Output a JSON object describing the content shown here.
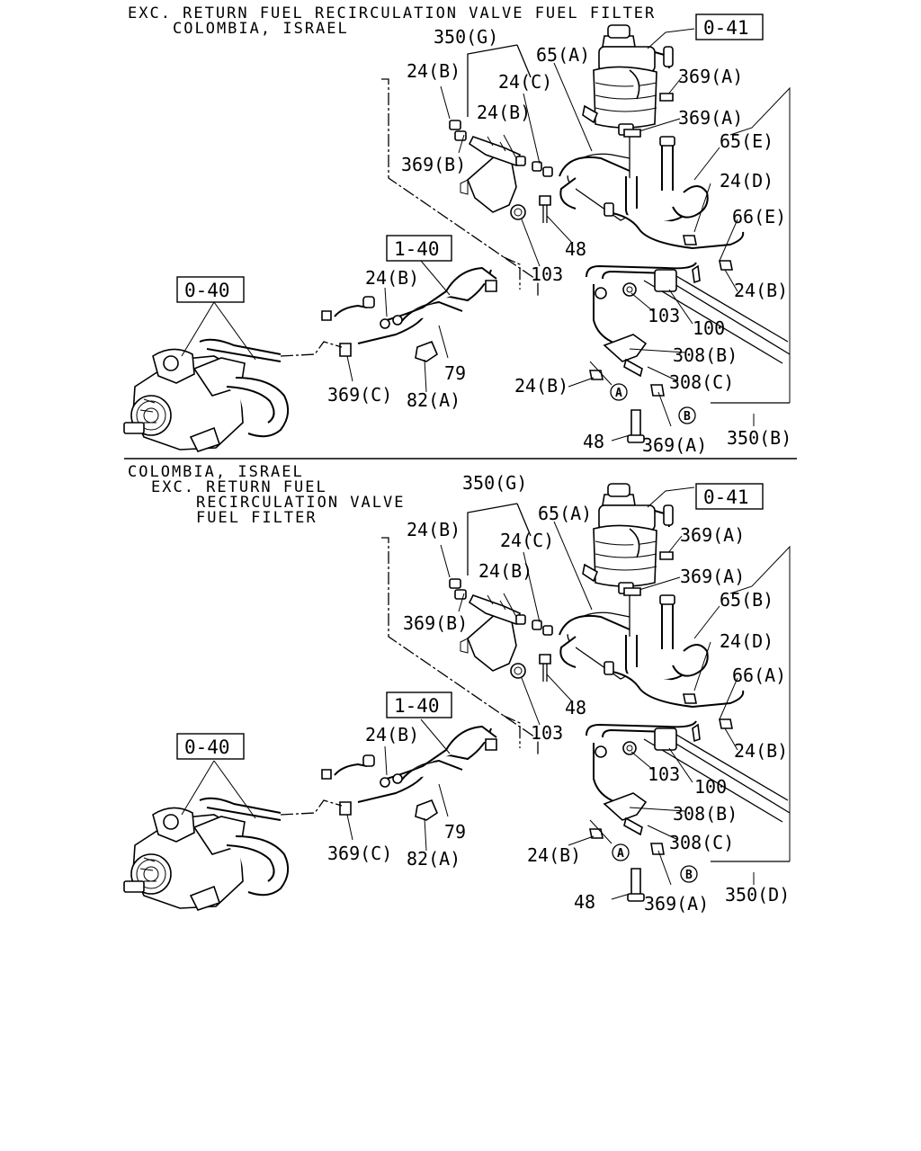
{
  "page": {
    "background": "#ffffff",
    "ink": "#000000"
  },
  "panels": [
    {
      "header": [
        "EXC. RETURN FUEL RECIRCULATION VALVE FUEL FILTER",
        "COLOMBIA, ISRAEL"
      ],
      "refs": [
        "0-41",
        "1-40",
        "0-40"
      ],
      "callouts": [
        "350(G)",
        "65(A)",
        "24(B)",
        "24(C)",
        "24(B)",
        "369(A)",
        "369(A)",
        "369(B)",
        "65(E)",
        "24(D)",
        "48",
        "66(E)",
        "103",
        "24(B)",
        "24(B)",
        "103",
        "100",
        "308(B)",
        "308(C)",
        "24(B)",
        "79",
        "369(C)",
        "82(A)",
        "48",
        "369(A)",
        "350(B)"
      ],
      "markers": [
        "A",
        "B"
      ]
    },
    {
      "header": [
        "COLOMBIA, ISRAEL",
        "EXC. RETURN FUEL",
        "RECIRCULATION VALVE",
        "FUEL FILTER"
      ],
      "refs": [
        "0-41",
        "1-40",
        "0-40"
      ],
      "callouts": [
        "350(G)",
        "65(A)",
        "24(B)",
        "24(C)",
        "24(B)",
        "369(A)",
        "369(A)",
        "369(B)",
        "65(B)",
        "24(D)",
        "48",
        "66(A)",
        "103",
        "24(B)",
        "24(B)",
        "103",
        "100",
        "308(B)",
        "308(C)",
        "24(B)",
        "79",
        "369(C)",
        "82(A)",
        "48",
        "369(A)",
        "350(D)"
      ],
      "markers": [
        "A",
        "B"
      ]
    }
  ]
}
